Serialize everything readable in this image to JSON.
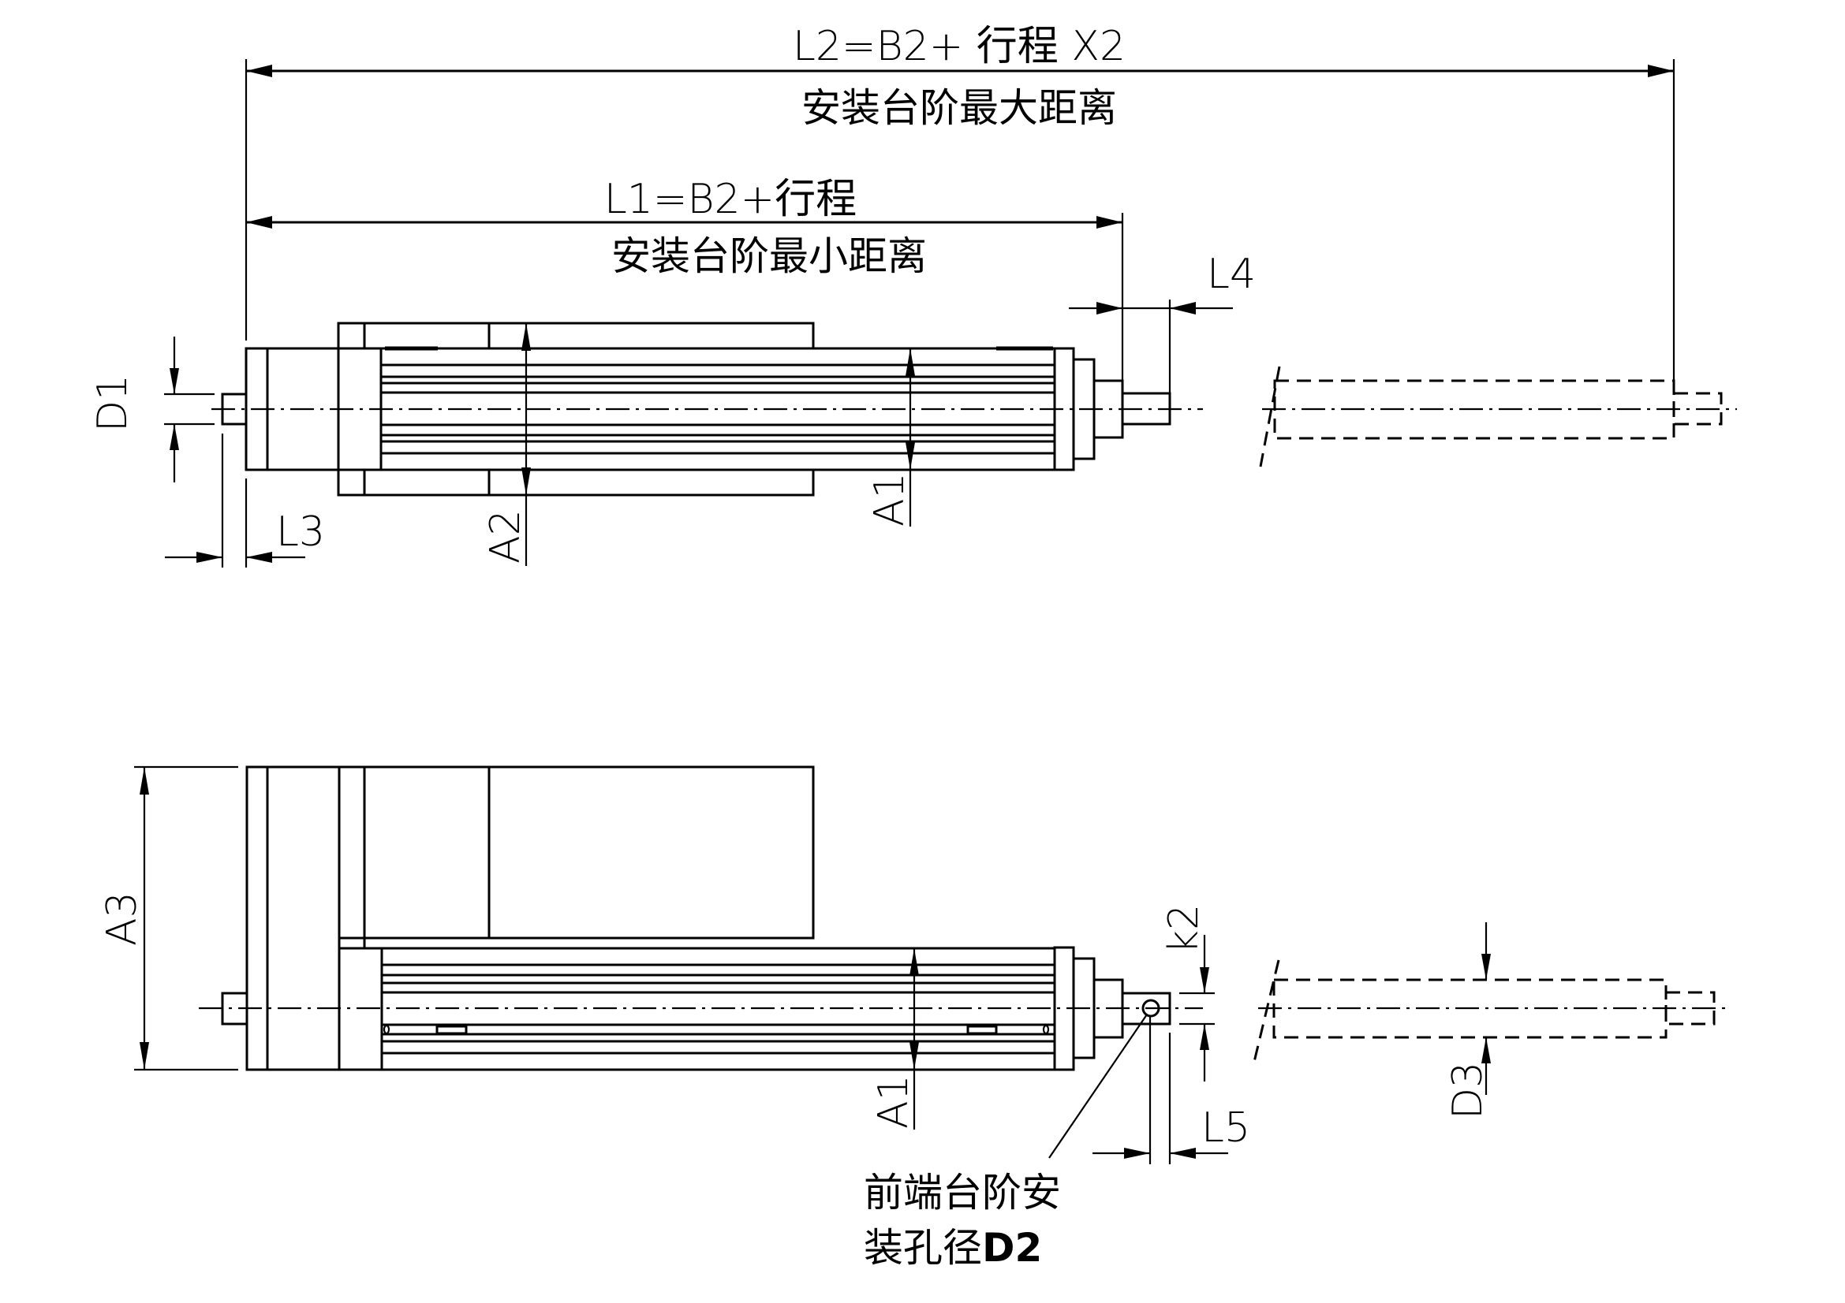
{
  "drawing": {
    "title": "Linear actuator installation dimension drawing",
    "colors": {
      "line": "#000000",
      "background": "#ffffff"
    }
  },
  "top_view": {
    "l2_formula": "L2=B2+ 行程 X2",
    "l2_caption": "安装台阶最大距离",
    "l1_formula": "L1=B2+行程",
    "l1_caption": "安装台阶最小距离",
    "labels": {
      "l4": "L4",
      "d1": "D1",
      "l3": "L3",
      "a2": "A2",
      "a1": "A1"
    }
  },
  "side_view": {
    "labels": {
      "a3": "A3",
      "a1": "A1",
      "k2": "k2",
      "l5": "L5",
      "d3": "D3"
    },
    "note_line1": "前端台阶安",
    "note_line2_prefix": "装孔径",
    "note_line2_suffix": "D2"
  }
}
